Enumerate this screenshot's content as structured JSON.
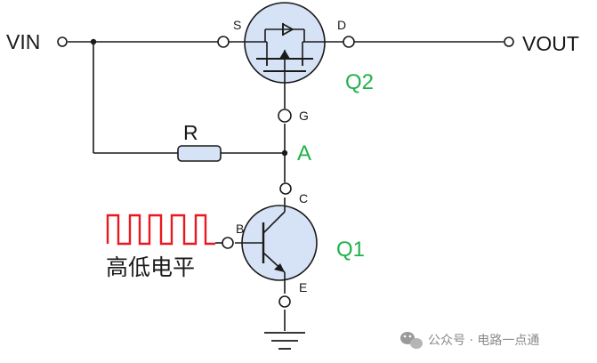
{
  "labels": {
    "vin": "VIN",
    "vout": "VOUT",
    "resistor": "R",
    "node": "A",
    "mosfet": "Q2",
    "bjt": "Q1",
    "signal": "高低电平"
  },
  "pins": {
    "source": "S",
    "drain": "D",
    "gate": "G",
    "collector": "C",
    "base": "B",
    "emitter": "E"
  },
  "watermark": {
    "text": "公众号 · 电路一点通"
  },
  "colors": {
    "green_label": "#22b14c",
    "square_wave": "#e8191e",
    "component_fill": "#d6e2f5",
    "component_stroke": "#1a1a1a",
    "wire": "#1a1a1a",
    "watermark_icon": "#9a9a9a"
  },
  "icons": {
    "watermark": "wechat-icon"
  }
}
